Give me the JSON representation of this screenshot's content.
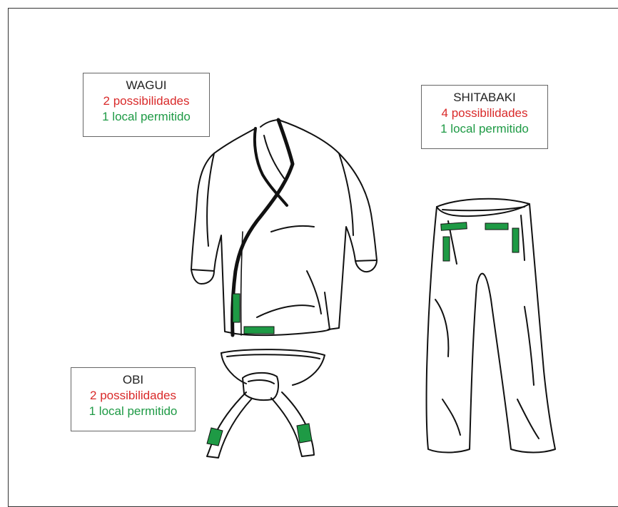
{
  "colors": {
    "possibilities": "#d92a2a",
    "allowed": "#1e9a45",
    "outline": "#111111"
  },
  "labels": {
    "wagui": {
      "title": "WAGUI",
      "possibilities": "2 possibilidades",
      "allowed": "1 local permitido"
    },
    "shitabaki": {
      "title": "SHITABAKI",
      "possibilities": "4 possibilidades",
      "allowed": "1 local permitido"
    },
    "obi": {
      "title": "OBI",
      "possibilities": "2 possibilidades",
      "allowed": "1 local permitido"
    }
  }
}
